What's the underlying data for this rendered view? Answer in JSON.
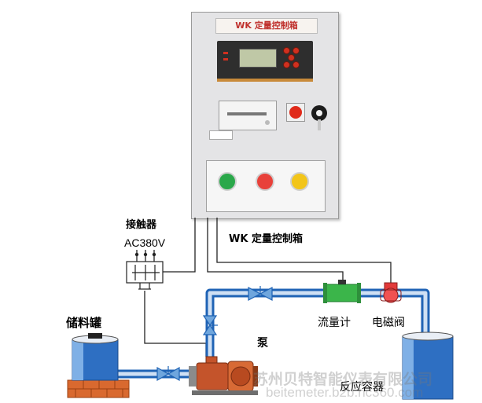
{
  "colors": {
    "pipe_main": "#1f63b5",
    "pipe_light": "#c9dcf2",
    "wire": "#222222",
    "flowmeter": "#3bb54a",
    "valve": "#e23a3a",
    "motor": "#c4542b"
  },
  "cabinet": {
    "title": "WK 定量控制箱"
  },
  "labels": {
    "contactor": "接触器",
    "voltage": "AC380V",
    "cabinet_caption": "WK 定量控制箱",
    "storage_tank": "储料罐",
    "pump": "泵",
    "flowmeter": "流量计",
    "solenoid_valve": "电磁阀",
    "reactor": "反应容器"
  },
  "watermark": {
    "company": "苏州贝特智能仪表有限公司",
    "site": "beitemeter.b2b.hc360.com"
  }
}
